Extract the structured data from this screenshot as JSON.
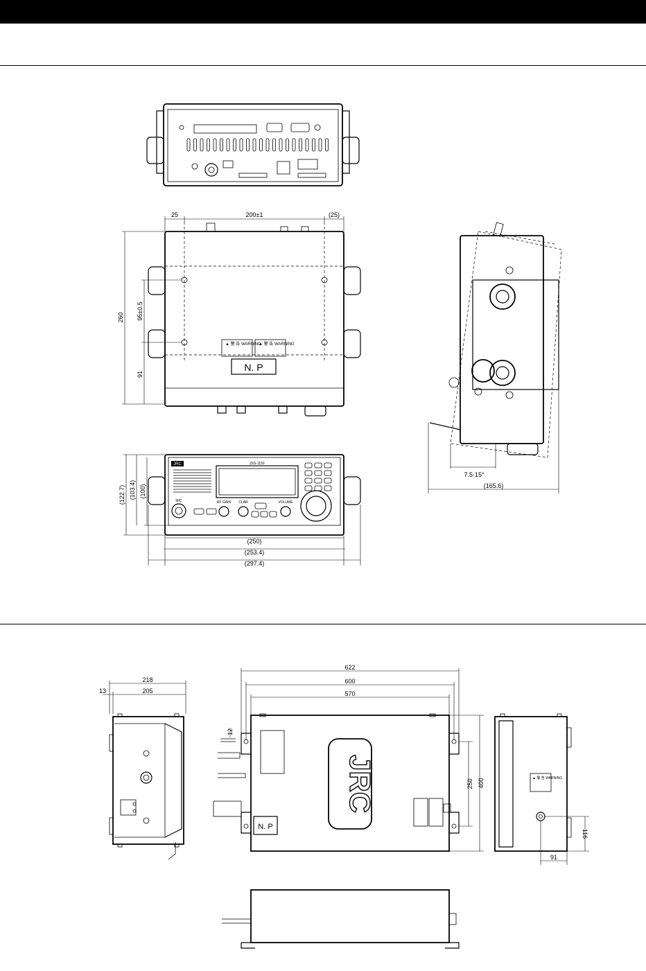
{
  "upper_figure": {
    "top_view_dims": {
      "left_offset": "25",
      "hole_spacing": "200±1",
      "right_offset": "(25)",
      "depth": "260",
      "hole_depth": "95±0.5",
      "front_offset": "91"
    },
    "front_view_dims": {
      "height_total": "(122.7)",
      "height_body": "(103.4)",
      "height_panel": "(100)",
      "width_panel": "(250)",
      "width_body": "(253.4)",
      "width_total": "(297.4)"
    },
    "side_view_dims": {
      "tilt_angle": "7.5·15°",
      "side_depth": "(165.6)"
    },
    "nameplate": "N. P",
    "front_panel": {
      "logo": "JRC",
      "model_text": "JSS-1150",
      "mic_label": "MIC",
      "knob_labels": [
        "RF GAIN",
        "CLAR",
        "VOLUME"
      ]
    }
  },
  "lower_figure": {
    "left_view_dims": {
      "overall_width": "218",
      "body_width": "205",
      "flange": "13"
    },
    "main_view_dims": {
      "overall_length": "622",
      "mount_spacing": "600",
      "body_length": "570",
      "mount_depth": "250",
      "body_depth": "400",
      "cable_offset": "12"
    },
    "right_view_dims": {
      "connector_height": "116",
      "connector_offset": "91"
    },
    "logo": "JRC",
    "nameplate": "N. P"
  }
}
